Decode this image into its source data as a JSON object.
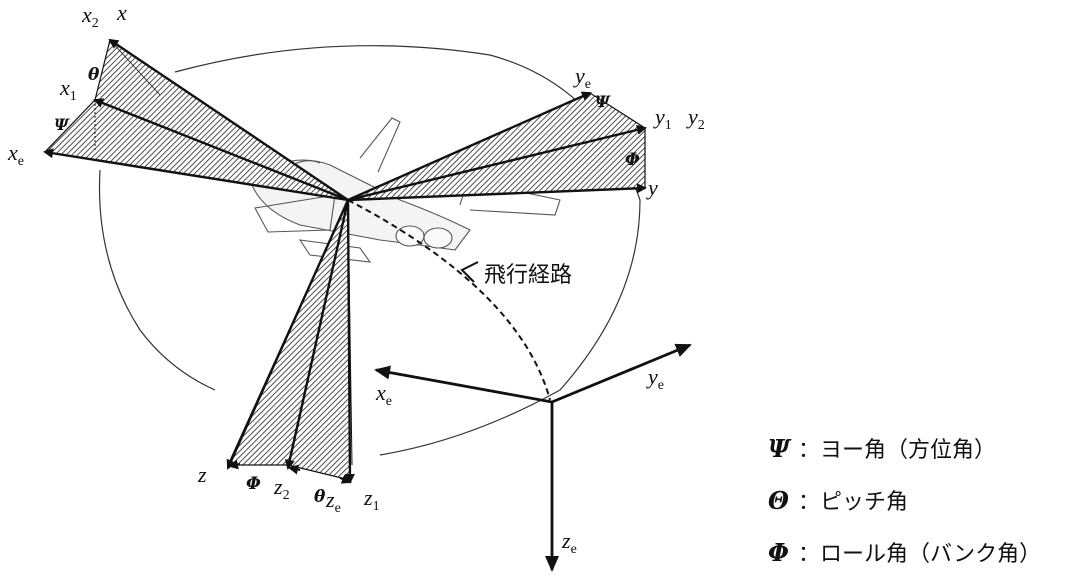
{
  "legend": [
    {
      "symbol": "Ψ",
      "text": "：ヨー角（方位角）"
    },
    {
      "symbol": "Θ",
      "text": "：ピッチ角"
    },
    {
      "symbol": "Φ",
      "text": "：ロール角（バンク角）"
    }
  ],
  "labels": {
    "x_axis": "x",
    "x2_axis": "x",
    "x2_sub": "2",
    "x1_axis": "x",
    "x1_sub": "1",
    "xe_axis": "x",
    "xe_sub": "e",
    "ye_axis": "y",
    "ye_sub": "e",
    "y1_axis": "y",
    "y1_sub": "1",
    "y2_axis": "y",
    "y2_sub": "2",
    "y_axis": "y",
    "z_axis": "z",
    "z2_axis": "z",
    "z2_sub": "2",
    "ze_axis": "z",
    "ze_sub": "e",
    "z1_axis": "z",
    "z1_sub": "1",
    "ref_xe": "x",
    "ref_xe_sub": "e",
    "ref_ye": "y",
    "ref_ye_sub": "e",
    "ref_ze": "z",
    "ref_ze_sub": "e",
    "psi_x": "Ψ",
    "theta_x": "θ",
    "psi_y": "Ψ",
    "phi_y": "Φ",
    "phi_z": "Φ",
    "theta_z": "θ",
    "flight_path": "飛行経路"
  },
  "colors": {
    "ink": "#111111",
    "hatch": "#222222",
    "sketch": "#555555"
  }
}
